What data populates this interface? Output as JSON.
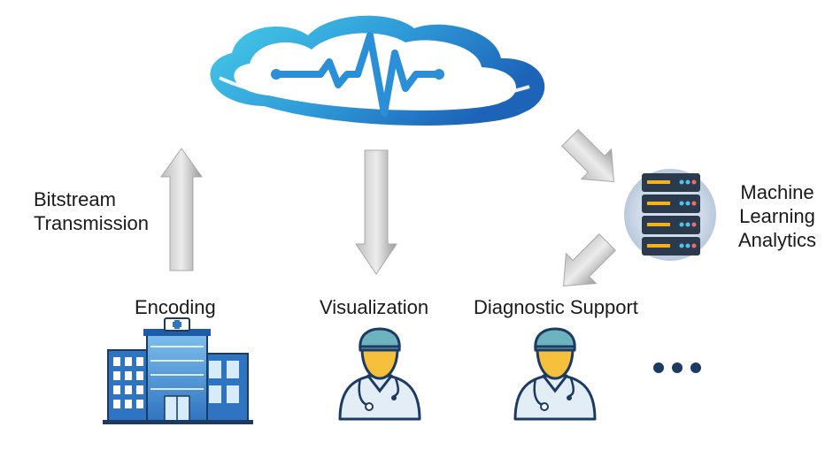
{
  "labels": {
    "bitstream_line1": "Bitstream",
    "bitstream_line2": "Transmission",
    "ml_line1": "Machine",
    "ml_line2": "Learning",
    "ml_line3": "Analytics",
    "encoding": "Encoding",
    "visualization": "Visualization",
    "diagnostic": "Diagnostic Support"
  },
  "icons": {
    "cloud": "cloud-ecg-icon",
    "server": "server-rack-icon",
    "hospital": "hospital-building-icon",
    "doctor": "doctor-avatar-icon",
    "more": "ellipsis-icon"
  },
  "colors": {
    "cloud_light": "#41c6e6",
    "cloud_dark": "#1f6fc0",
    "arrow_light": "#e6e6e6",
    "arrow_dark": "#9e9e9e",
    "server_bg": "#d9e3ef",
    "server_body": "#2c3a4e",
    "server_bar": "#f6b21a",
    "doctor_skin": "#f7c03c",
    "doctor_cap": "#6db3bf",
    "doctor_coat": "#e3edf5",
    "outline": "#1d3a63",
    "hospital_blue": "#3a7ec6",
    "hospital_light": "#8cc4ec"
  }
}
